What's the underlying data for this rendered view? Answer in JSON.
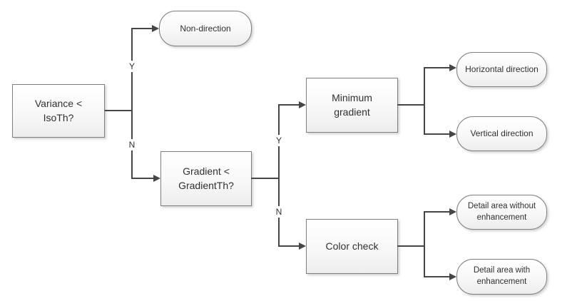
{
  "diagram": {
    "type": "flowchart",
    "nodes": {
      "variance_decision": {
        "label": "Variance <\nIsoTh?",
        "shape": "rectangle"
      },
      "non_direction": {
        "label": "Non-direction",
        "shape": "terminator"
      },
      "gradient_decision": {
        "label": "Gradient <\nGradientTh?",
        "shape": "rectangle"
      },
      "minimum_gradient": {
        "label": "Minimum\ngradient",
        "shape": "rectangle"
      },
      "color_check": {
        "label": "Color check",
        "shape": "rectangle"
      },
      "horizontal_direction": {
        "label": "Horizontal direction",
        "shape": "terminator"
      },
      "vertical_direction": {
        "label": "Vertical direction",
        "shape": "terminator"
      },
      "detail_area_without": {
        "label": "Detail area without\nenhancement",
        "shape": "terminator"
      },
      "detail_area_with": {
        "label": "Detail area with\nenhancement",
        "shape": "terminator"
      }
    },
    "edges": [
      {
        "from": "variance_decision",
        "to": "non_direction",
        "label": "Y"
      },
      {
        "from": "variance_decision",
        "to": "gradient_decision",
        "label": "N"
      },
      {
        "from": "gradient_decision",
        "to": "minimum_gradient",
        "label": "Y"
      },
      {
        "from": "gradient_decision",
        "to": "color_check",
        "label": "N"
      },
      {
        "from": "minimum_gradient",
        "to": "horizontal_direction",
        "label": ""
      },
      {
        "from": "minimum_gradient",
        "to": "vertical_direction",
        "label": ""
      },
      {
        "from": "color_check",
        "to": "detail_area_without",
        "label": ""
      },
      {
        "from": "color_check",
        "to": "detail_area_with",
        "label": ""
      }
    ],
    "colors": {
      "connector": "#464646",
      "node_border": "#7f7f7f",
      "node_fill_top": "#ffffff",
      "node_fill_bottom": "#ededed",
      "text": "#303030",
      "background": "#ffffff"
    }
  }
}
